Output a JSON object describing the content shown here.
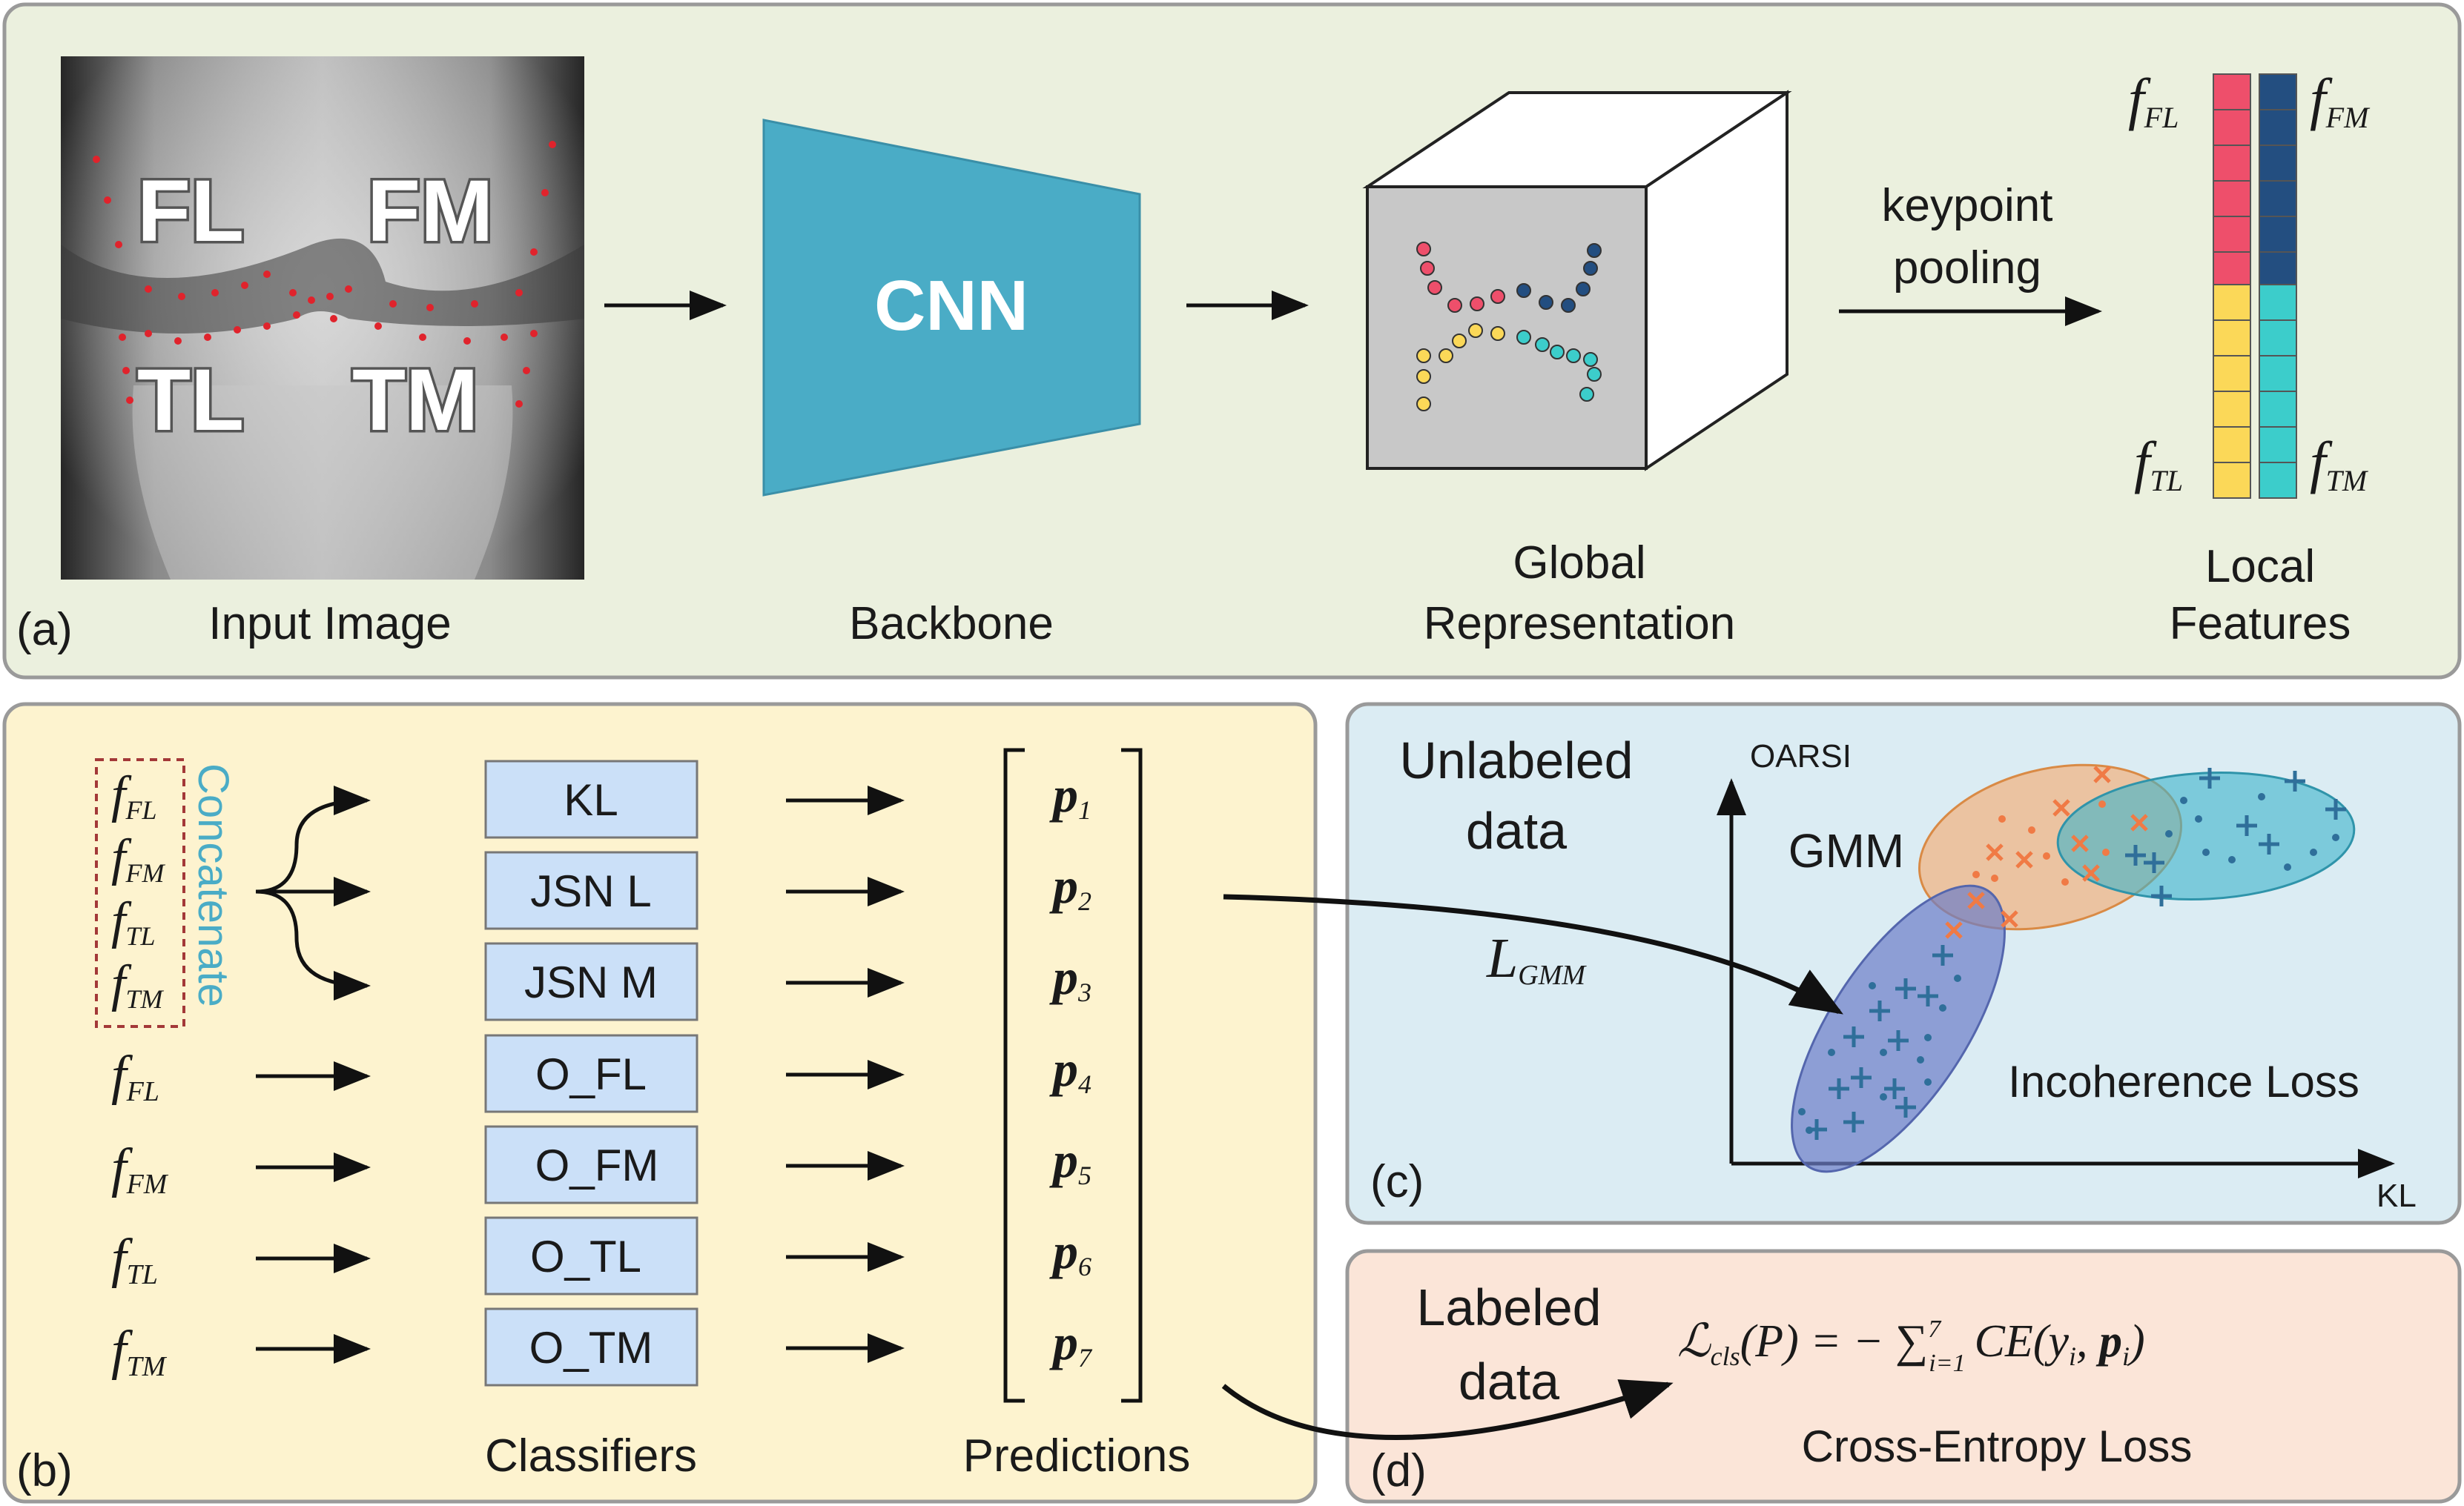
{
  "panels": {
    "a": {
      "letter": "(a)",
      "input_label": "Input Image",
      "regions": [
        "FL",
        "FM",
        "TL",
        "TM"
      ],
      "backbone_label": "Backbone",
      "cnn_text": "CNN",
      "global_label_1": "Global",
      "global_label_2": "Representation",
      "pooling_1": "keypoint",
      "pooling_2": "pooling",
      "local_label_1": "Local",
      "local_label_2": "Features",
      "features": [
        {
          "f": "f",
          "sub": "FL"
        },
        {
          "f": "f",
          "sub": "FM"
        },
        {
          "f": "f",
          "sub": "TL"
        },
        {
          "f": "f",
          "sub": "TM"
        }
      ]
    },
    "b": {
      "letter": "(b)",
      "concatenate": "Concatenate",
      "features": [
        {
          "f": "f",
          "sub": "FL"
        },
        {
          "f": "f",
          "sub": "FM"
        },
        {
          "f": "f",
          "sub": "TL"
        },
        {
          "f": "f",
          "sub": "TM"
        }
      ],
      "classifiers": [
        "KL",
        "JSN L",
        "JSN M",
        "O_FL",
        "O_FM",
        "O_TL",
        "O_TM"
      ],
      "predictions": [
        {
          "p": "p",
          "sub": "1"
        },
        {
          "p": "p",
          "sub": "2"
        },
        {
          "p": "p",
          "sub": "3"
        },
        {
          "p": "p",
          "sub": "4"
        },
        {
          "p": "p",
          "sub": "5"
        },
        {
          "p": "p",
          "sub": "6"
        },
        {
          "p": "p",
          "sub": "7"
        }
      ],
      "classifiers_label": "Classifiers",
      "predictions_label": "Predictions"
    },
    "c": {
      "letter": "(c)",
      "unlabeled_1": "Unlabeled",
      "unlabeled_2": "data",
      "loss_L": "L",
      "loss_sub": "GMM",
      "gmm": "GMM",
      "yaxis": "OARSI",
      "xaxis": "KL",
      "incoherence": "Incoherence Loss"
    },
    "d": {
      "letter": "(d)",
      "labeled_1": "Labeled",
      "labeled_2": "data",
      "formula": {
        "L": "ℒ",
        "L_sub": "cls",
        "arg": "(P) = − ∑",
        "sum_sub": "i=1",
        "sum_sup": "7",
        "ce": "CE(y",
        "y_sub": "i",
        "comma": ", ",
        "p": "p",
        "p_sub": "i",
        "close": ")"
      },
      "loss_label": "Cross-Entropy Loss"
    }
  },
  "colors": {
    "panel_a_bg": "#ebf0de",
    "panel_b_bg": "#fdf3cf",
    "panel_c_bg": "#dbecf3",
    "panel_d_bg": "#fbe5d8",
    "cnn": "#4aacc6",
    "fl": "#ee4f6b",
    "fm": "#234e80",
    "tl": "#fbd858",
    "tm": "#3ccdcb",
    "classifier_box": "#cbe0f8",
    "concat_text": "#4aacc6",
    "gmm_orange": "#f7a25d",
    "gmm_teal": "#3cb4cc",
    "gmm_blue": "#6c7ec8",
    "cross_orange": "#f07a45",
    "cross_blue": "#2f6f9a",
    "keypoint_dot": "#e0232c"
  }
}
